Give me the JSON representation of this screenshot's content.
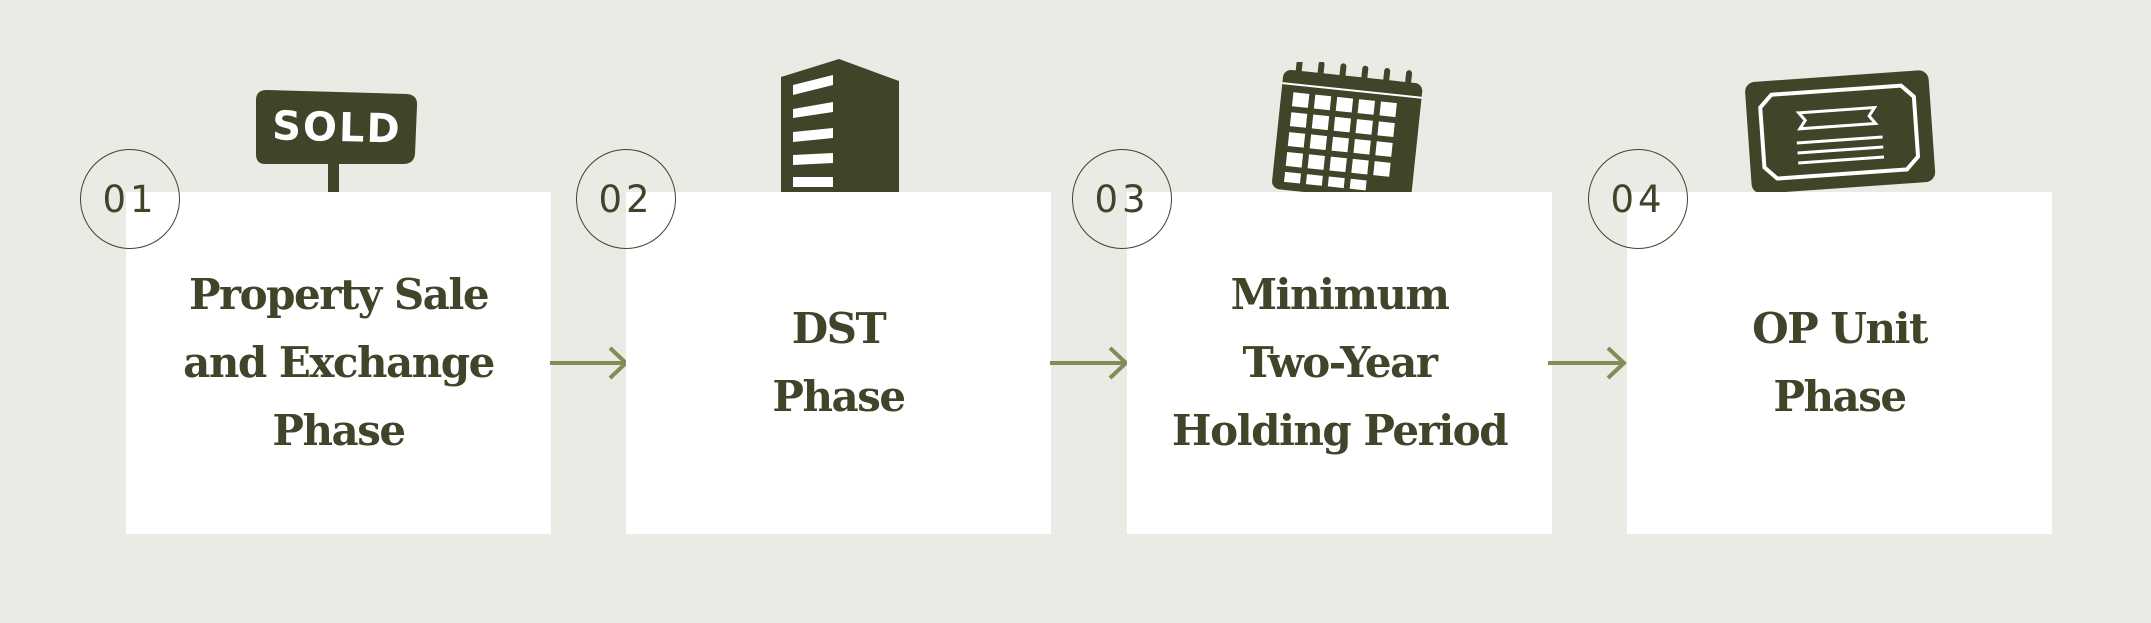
{
  "colors": {
    "background": "#ebeae5",
    "card": "#ffffff",
    "accent_dark": "#3f4529",
    "arrow": "#858b57"
  },
  "steps": [
    {
      "number": "01",
      "title": "Property Sale\nand Exchange\nPhase",
      "icon": "sold-sign-icon",
      "icon_text": "SOLD"
    },
    {
      "number": "02",
      "title": "DST\nPhase",
      "icon": "building-icon"
    },
    {
      "number": "03",
      "title": "Minimum\nTwo-Year\nHolding Period",
      "icon": "calendar-icon"
    },
    {
      "number": "04",
      "title": "OP Unit\nPhase",
      "icon": "certificate-icon"
    }
  ]
}
